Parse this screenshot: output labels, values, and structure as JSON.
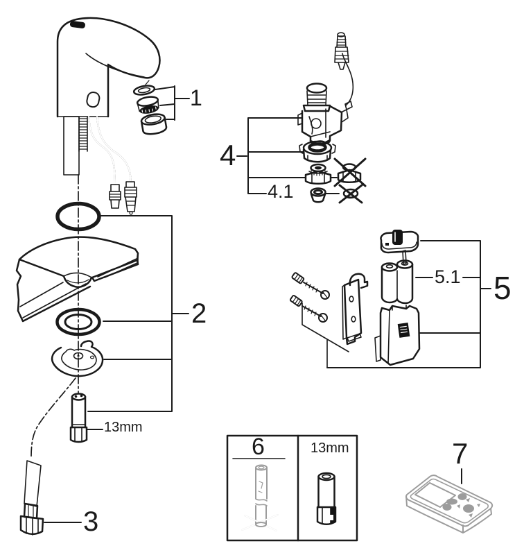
{
  "diagram": {
    "type": "exploded-parts-diagram",
    "subject": "infrared sensor basin faucet with solenoid valve, battery box, mounting set, service tools and remote control",
    "colors": {
      "background": "#ffffff",
      "line": "#1a1a1a",
      "tool_gray": "#9c9c9c"
    },
    "callouts": {
      "p1": "1",
      "p2": "2",
      "p3": "3",
      "p4": "4",
      "p41": "4.1",
      "p5": "5",
      "p51": "5.1",
      "p6": "6",
      "p7": "7",
      "size13_main": "13mm",
      "size13_box": "13mm"
    }
  }
}
